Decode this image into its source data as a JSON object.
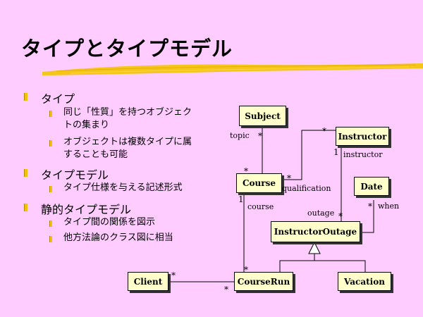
{
  "slide": {
    "title": "タイプとタイプモデル",
    "bullets": [
      {
        "text": "タイプ",
        "subs": [
          "同じ「性質」を持つオブジェク",
          "トの集まり",
          "オブジェクトは複数タイプに属",
          "することも可能"
        ]
      },
      {
        "text": "タイプモデル",
        "subs": [
          "タイプ仕様を与える記述形式"
        ]
      },
      {
        "text": "静的タイプモデル",
        "subs": [
          "タイプ間の関係を図示",
          "他方法論のクラス図に相当"
        ]
      }
    ]
  },
  "diagram": {
    "classes": {
      "subject": "Subject",
      "instructor": "Instructor",
      "course": "Course",
      "date": "Date",
      "instructor_outage": "InstructorOutage",
      "client": "Client",
      "course_run": "CourseRun",
      "vacation": "Vacation"
    },
    "labels": {
      "topic": "topic",
      "instructor": "instructor",
      "qualification": "qualification",
      "course": "course",
      "outage": "outage",
      "when": "when"
    },
    "multiplicities": {
      "star": "*",
      "one": "1"
    }
  },
  "colors": {
    "background": "#ffccff",
    "box_fill": "#ffffcc",
    "bullet": "#f2c200"
  }
}
